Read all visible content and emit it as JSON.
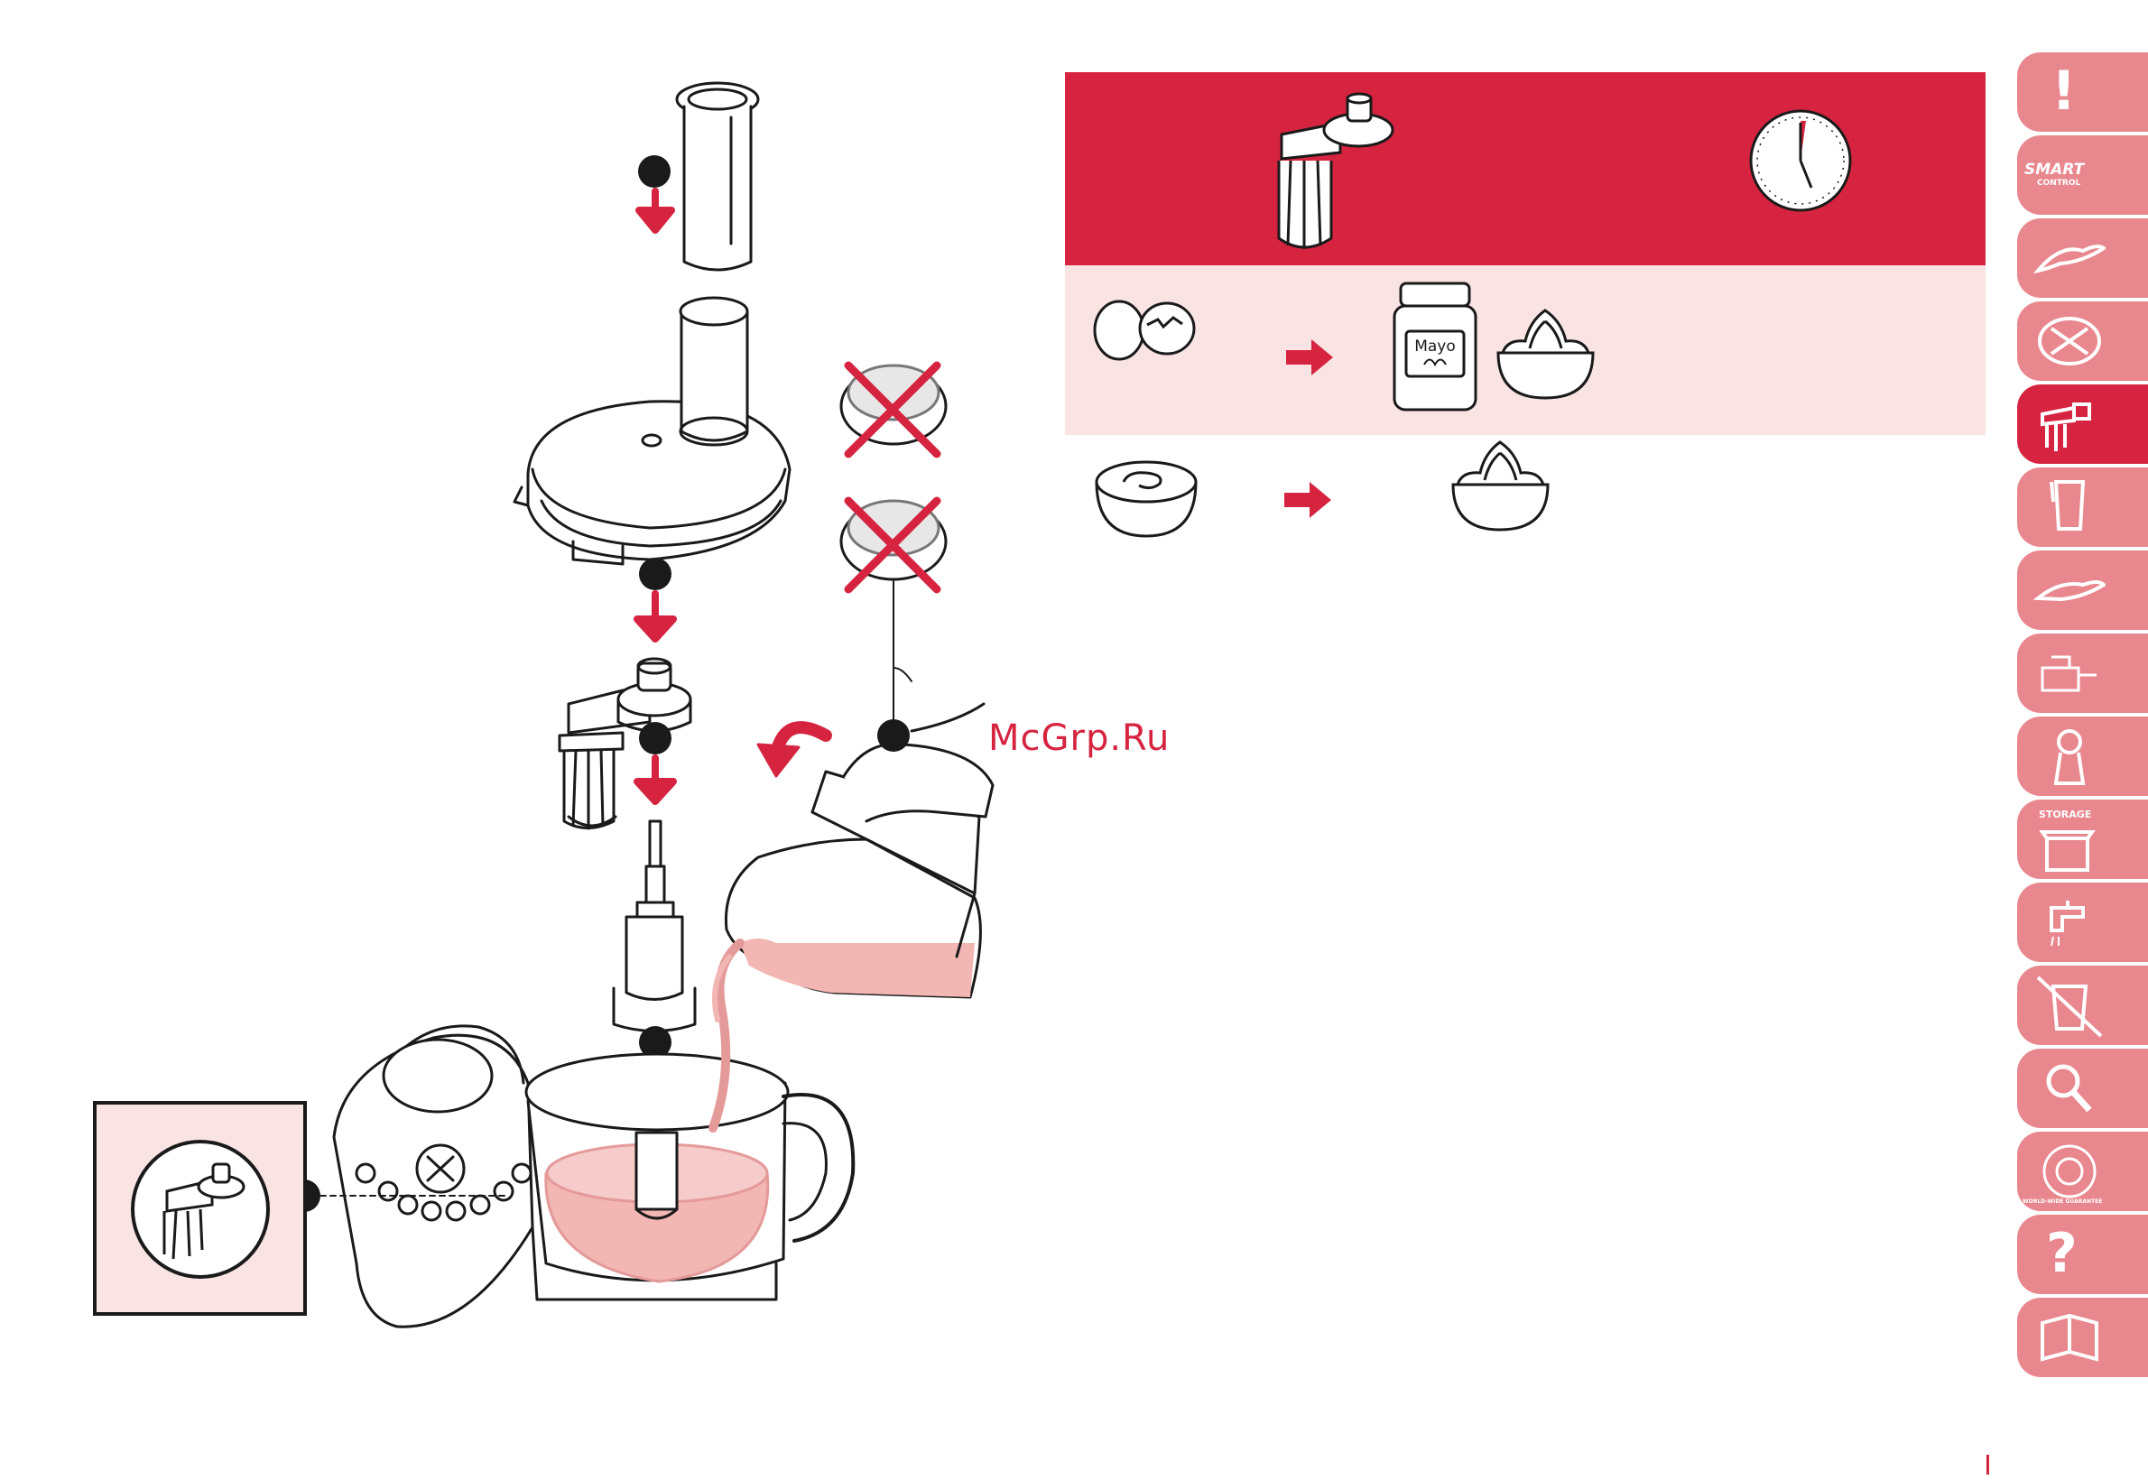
{
  "watermark": "McGrp.Ru",
  "colors": {
    "accent": "#d62440",
    "pink": "#f9e4e3",
    "tab": "#e9878e",
    "fill_pink": "#f2b6b3",
    "stroke": "#1a1a1a"
  },
  "table": {
    "header_icons": [
      "whisk-attachment-icon",
      "timer-clock-icon"
    ],
    "row1": {
      "input_icon": "eggs-icon",
      "arrow_icon": "arrow-right-icon",
      "output_icons": [
        "mayo-jar-icon",
        "whipped-bowl-icon"
      ],
      "jar_label": "Mayo"
    },
    "row2": {
      "input_icon": "cream-bowl-icon",
      "arrow_icon": "arrow-right-icon",
      "output_icons": [
        "whipped-bowl-icon"
      ]
    }
  },
  "tabs": [
    {
      "icon": "warning-icon",
      "text": "!"
    },
    {
      "icon": "smart-control-icon",
      "text": "SMART",
      "subtext": "CONTROL"
    },
    {
      "icon": "blade-icon"
    },
    {
      "icon": "disc-icon"
    },
    {
      "icon": "whisk-icon",
      "active": true
    },
    {
      "icon": "blender-icon"
    },
    {
      "icon": "dough-blade-icon"
    },
    {
      "icon": "juicer-icon"
    },
    {
      "icon": "mincer-icon"
    },
    {
      "icon": "storage-icon",
      "text": "STORAGE"
    },
    {
      "icon": "tap-cleaning-icon"
    },
    {
      "icon": "recycling-bin-icon"
    },
    {
      "icon": "magnifier-icon"
    },
    {
      "icon": "worldwide-guarantee-icon",
      "text": "WORLD-WIDE GUARANTEE"
    },
    {
      "icon": "question-icon",
      "text": "?"
    },
    {
      "icon": "book-icon"
    }
  ]
}
